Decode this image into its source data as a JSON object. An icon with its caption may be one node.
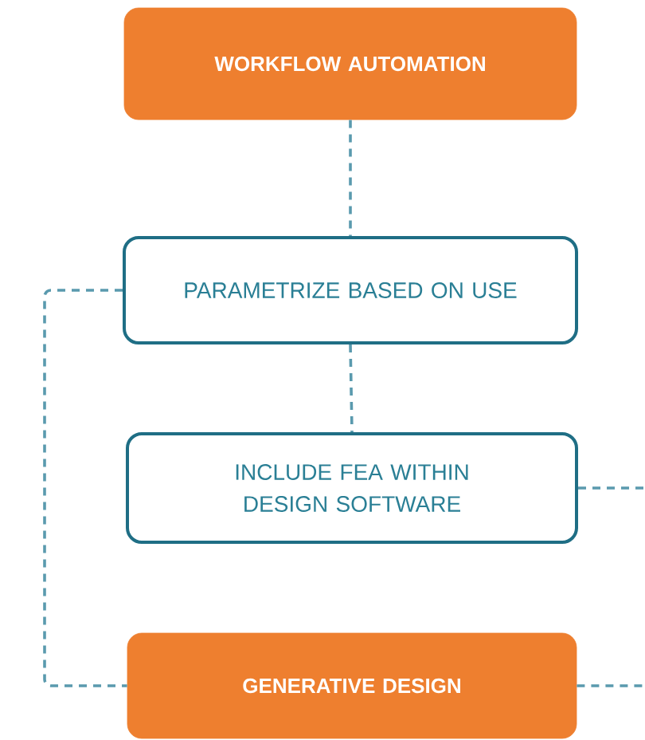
{
  "diagram": {
    "nodes": [
      {
        "text": [
          "WORKFLOW AUTOMATION"
        ]
      },
      {
        "text": [
          "PARAMETRIZE BASED ON USE"
        ]
      },
      {
        "text": [
          "INCLUDE FEA WITHIN DESIGN SOFTWARE"
        ]
      },
      {
        "text": [
          "GENERATIVE DESIGN"
        ]
      }
    ],
    "edges": [
      {
        "from": 0,
        "to": 1,
        "arrow": "none"
      },
      {
        "from": 1,
        "to": 2,
        "arrow": "none"
      },
      {
        "from": 1,
        "to": 3,
        "arrow": "none"
      },
      {
        "from": 2,
        "to": null,
        "arrow": "none"
      },
      {
        "from": 3,
        "to": null,
        "arrow": "none"
      }
    ]
  }
}
